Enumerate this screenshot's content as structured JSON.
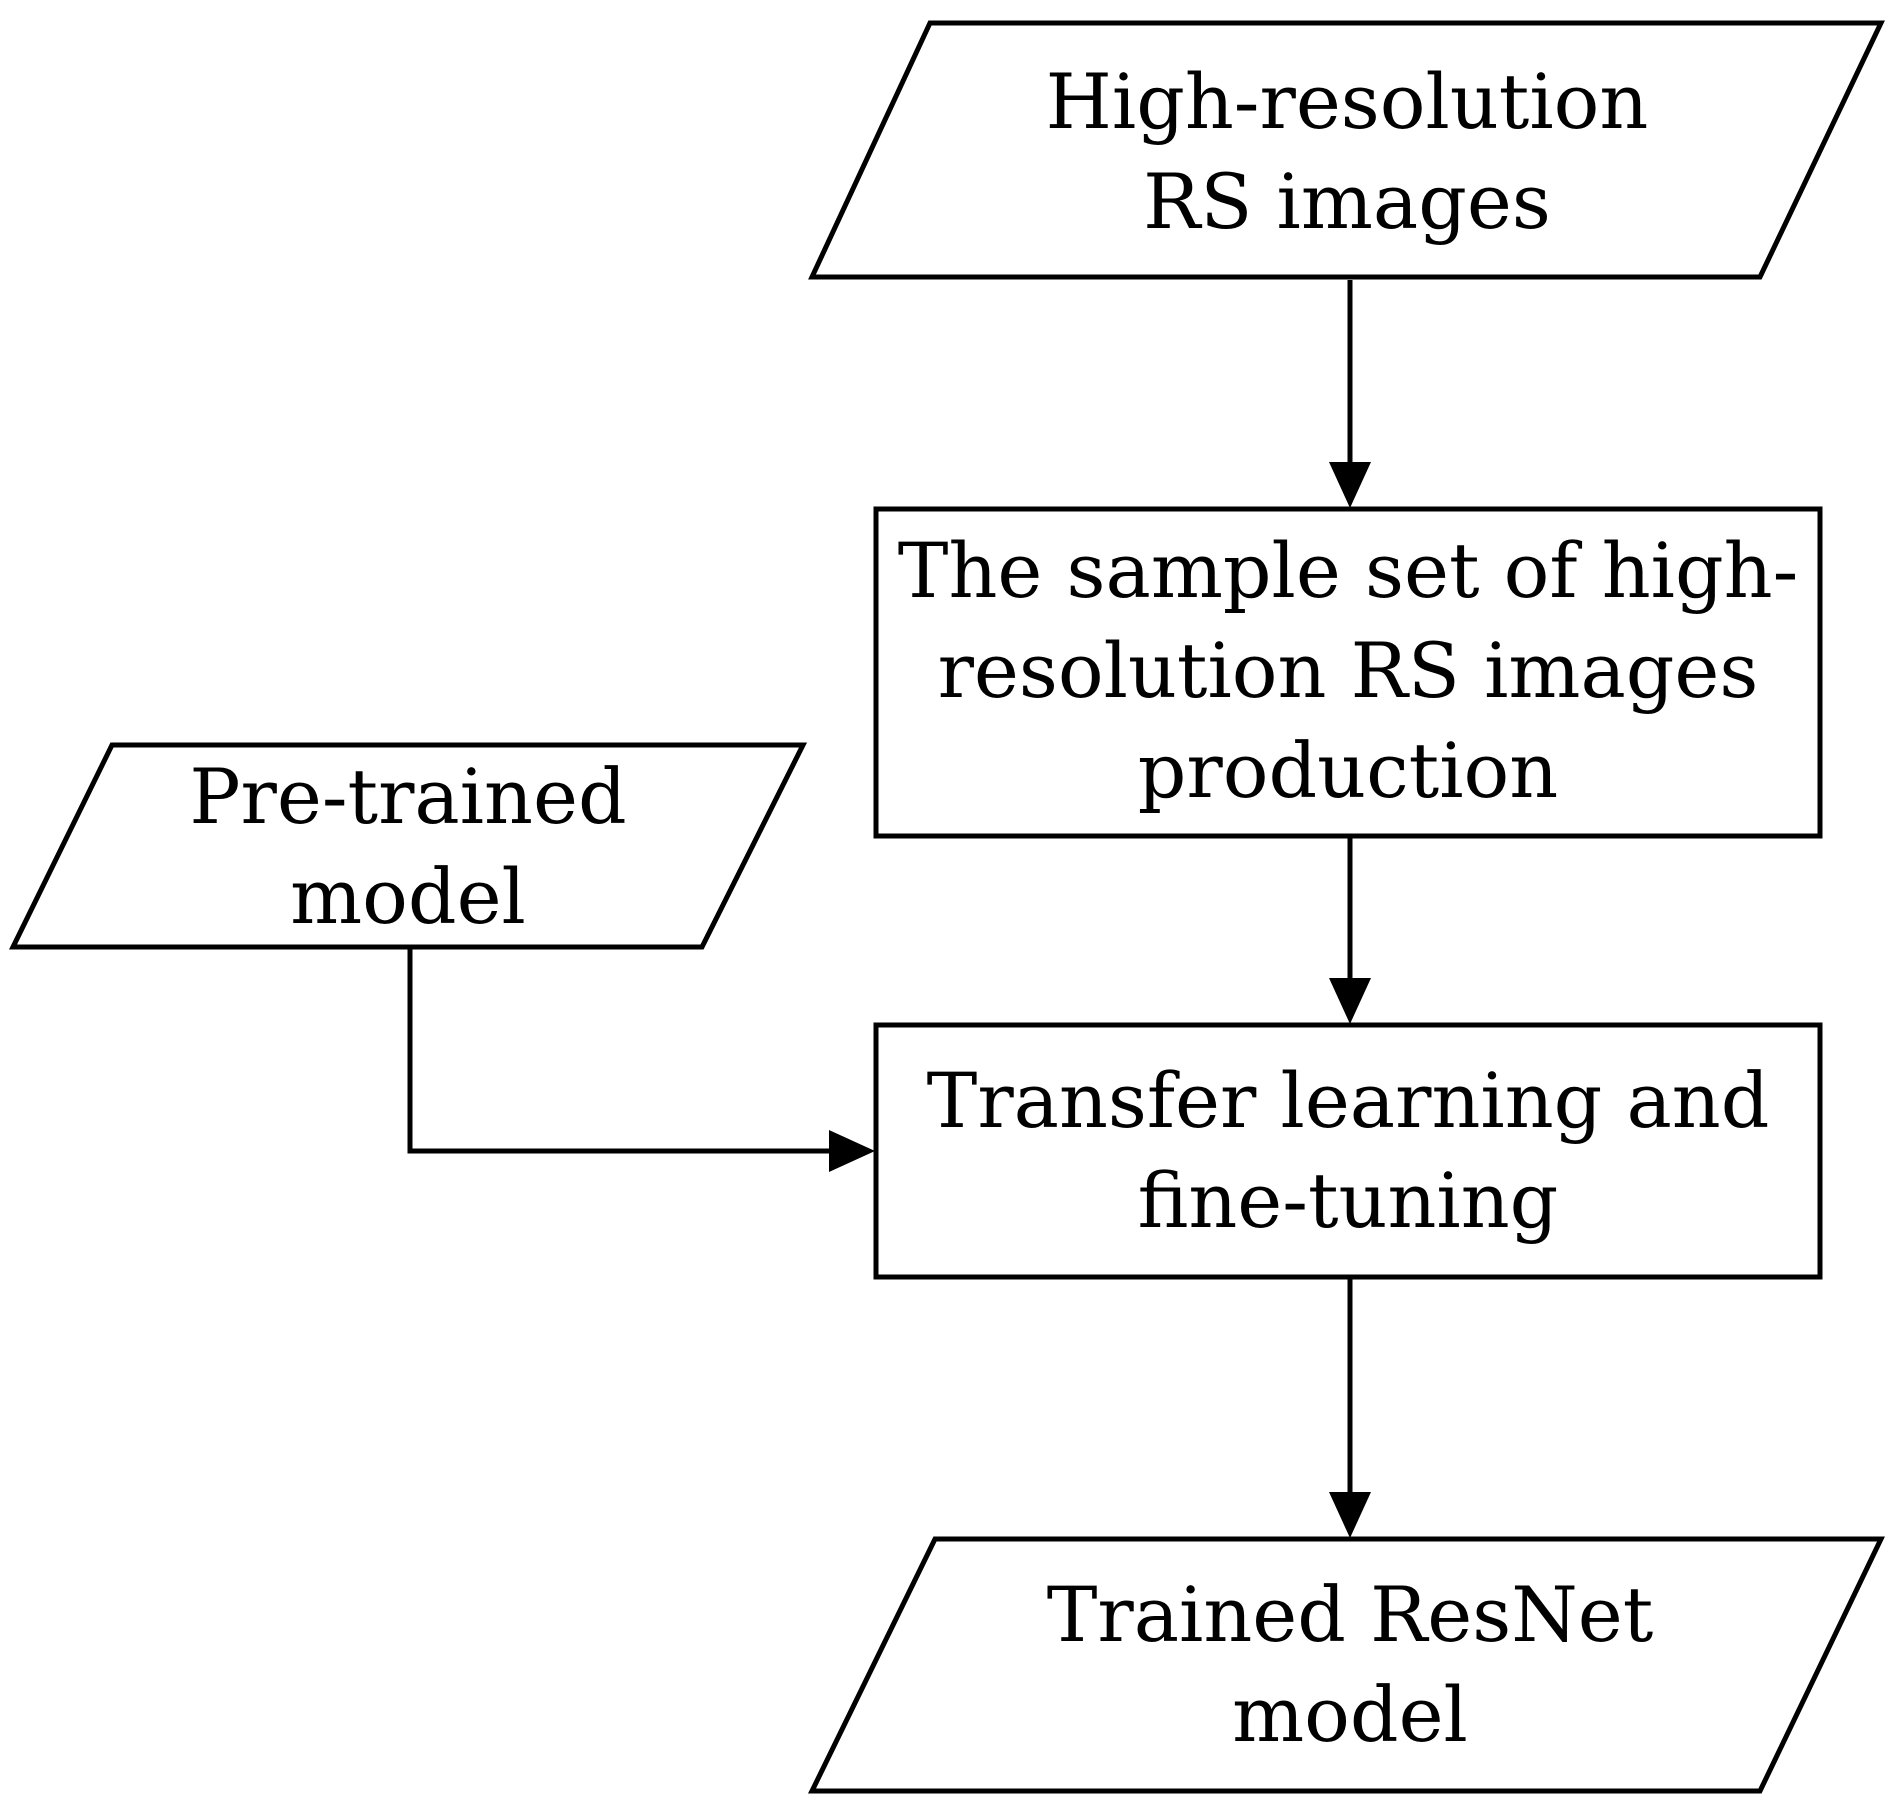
{
  "nodes": {
    "input_images": {
      "lines": [
        "High-resolution",
        "RS images"
      ]
    },
    "sample_set": {
      "lines": [
        "The sample set of high-",
        "resolution RS images",
        "production"
      ]
    },
    "pretrained": {
      "lines": [
        "Pre-trained",
        "model"
      ]
    },
    "transfer": {
      "lines": [
        "Transfer learning and",
        "fine-tuning"
      ]
    },
    "output_model": {
      "lines": [
        "Trained ResNet",
        "model"
      ]
    }
  },
  "edges": [
    {
      "from": "input_images",
      "to": "sample_set"
    },
    {
      "from": "sample_set",
      "to": "transfer"
    },
    {
      "from": "pretrained",
      "to": "transfer"
    },
    {
      "from": "transfer",
      "to": "output_model"
    }
  ]
}
